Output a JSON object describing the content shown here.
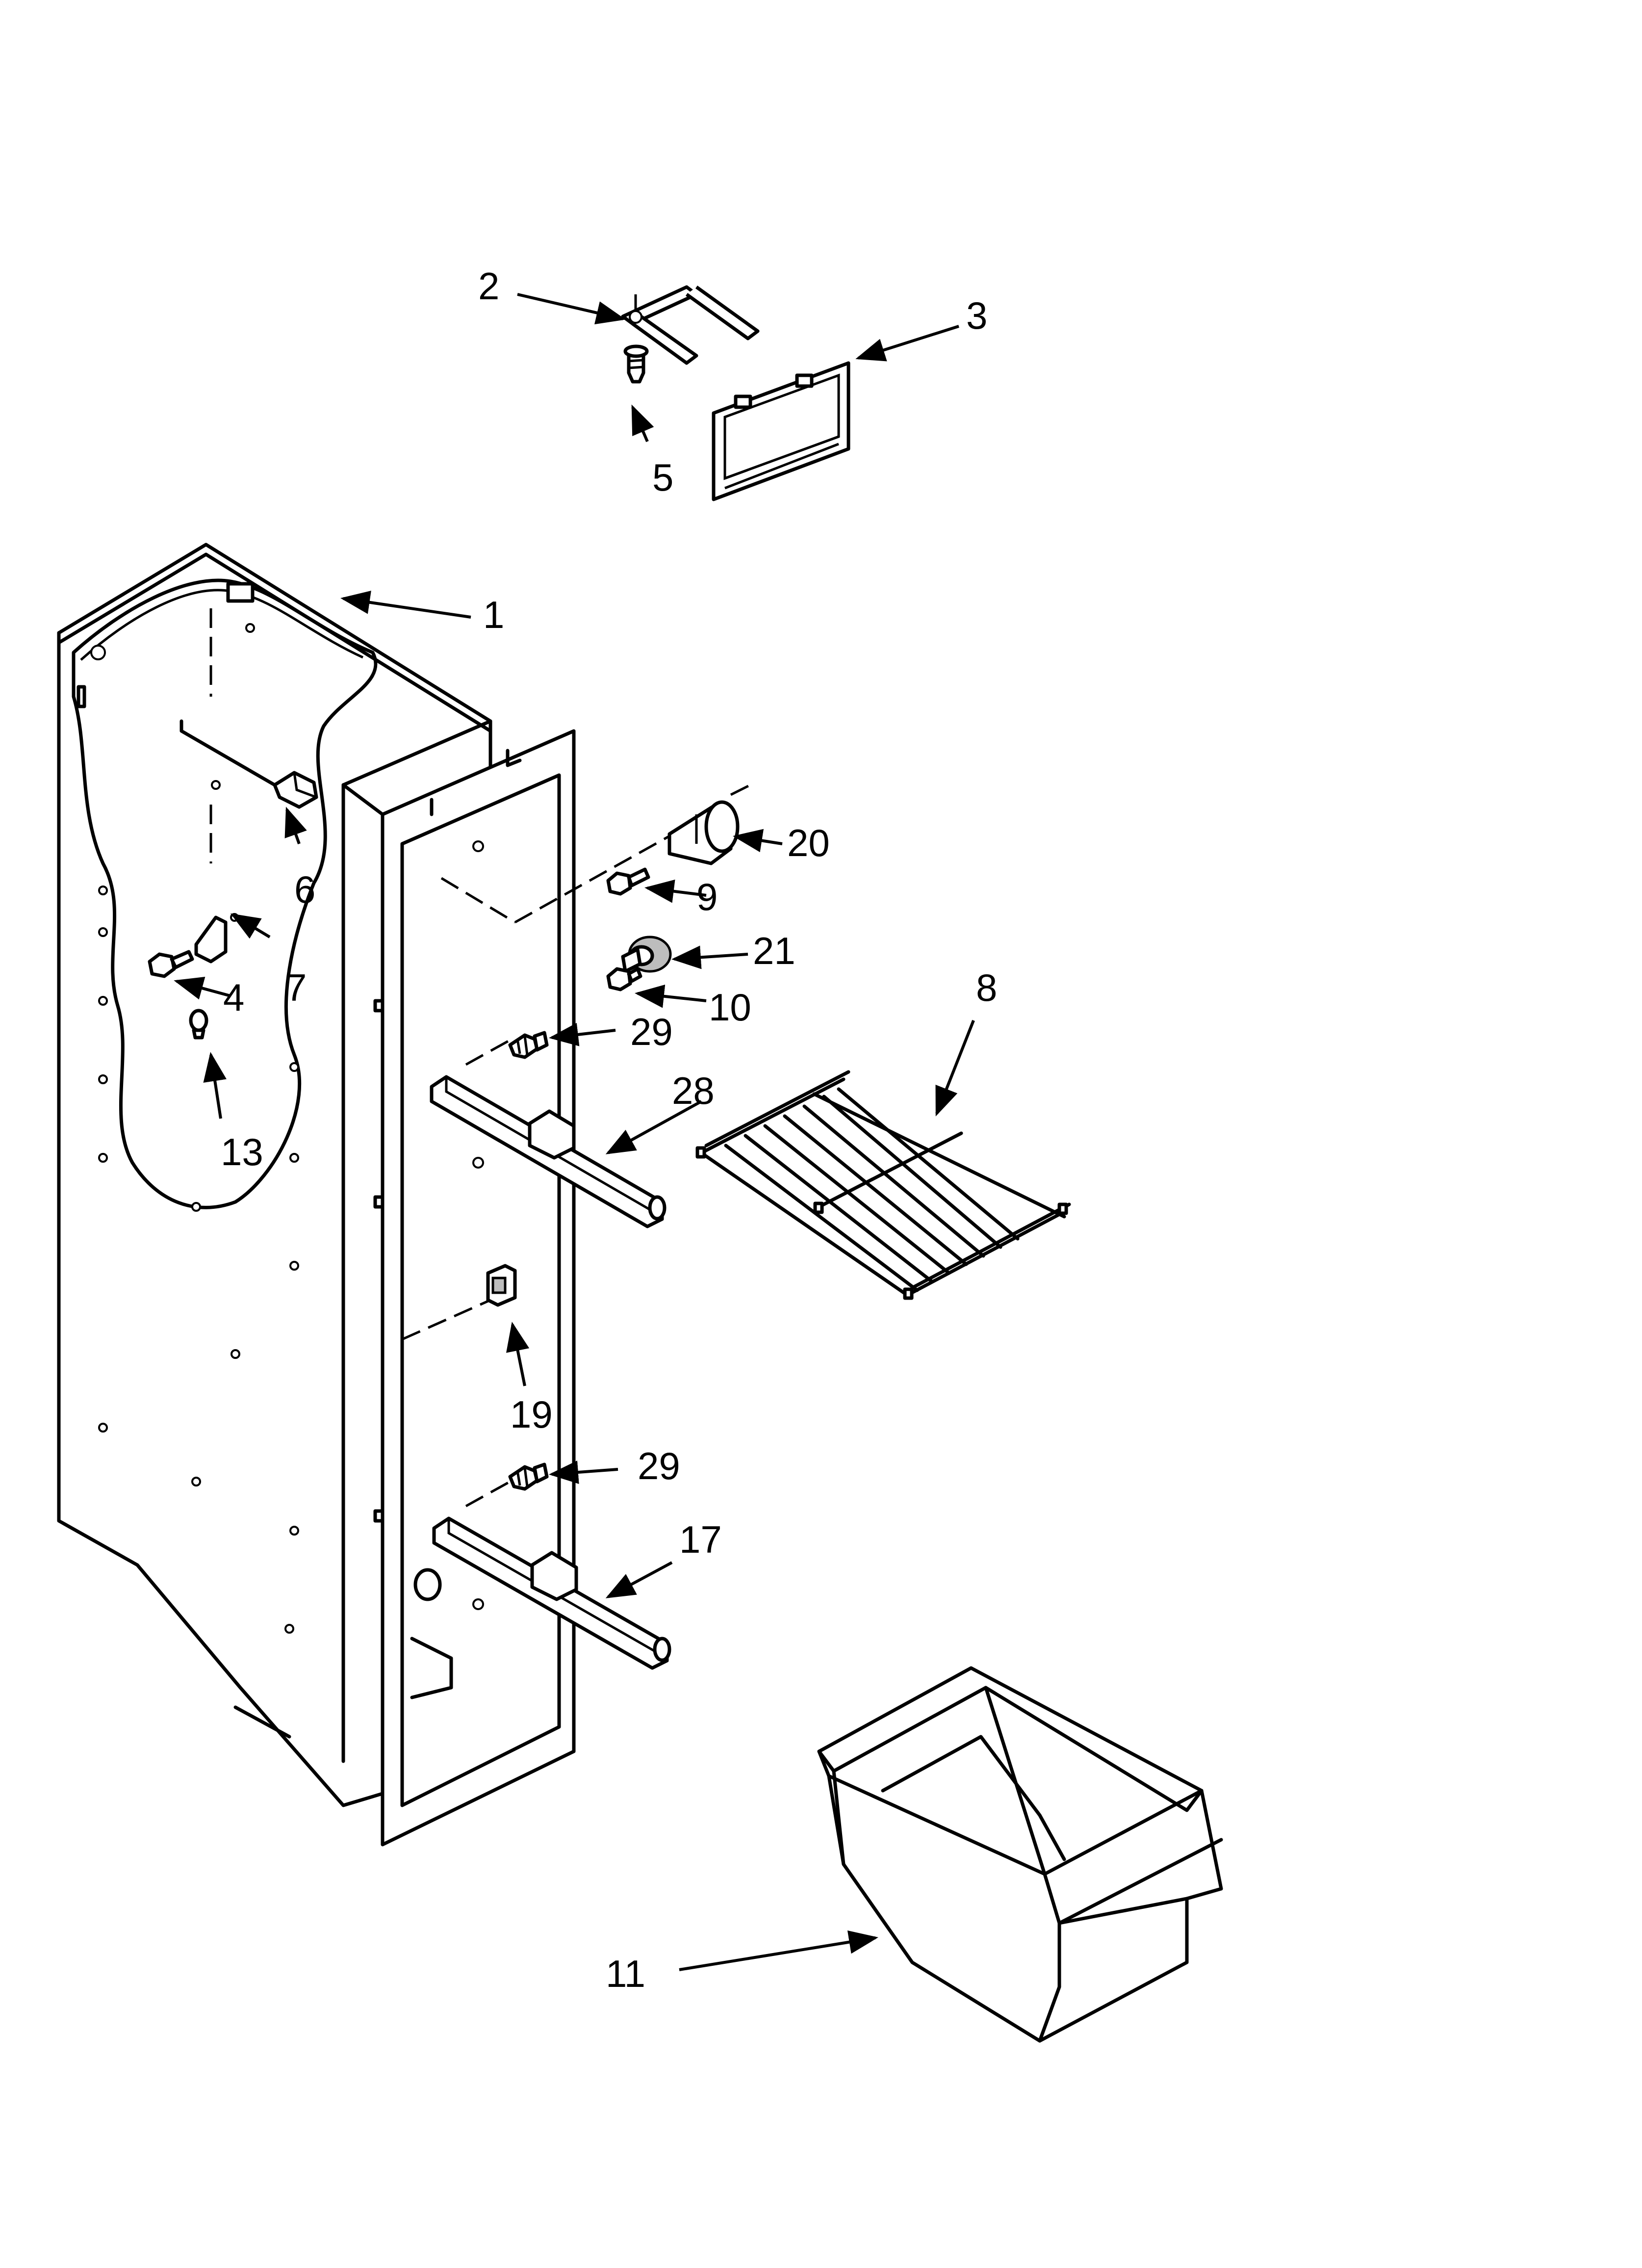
{
  "callouts": [
    {
      "id": "c2",
      "text": "2"
    },
    {
      "id": "c3",
      "text": "3"
    },
    {
      "id": "c5",
      "text": "5"
    },
    {
      "id": "c1",
      "text": "1"
    },
    {
      "id": "c20",
      "text": "20"
    },
    {
      "id": "c9",
      "text": "9"
    },
    {
      "id": "c6",
      "text": "6"
    },
    {
      "id": "c21",
      "text": "21"
    },
    {
      "id": "c7",
      "text": "7"
    },
    {
      "id": "c4",
      "text": "4"
    },
    {
      "id": "c10",
      "text": "10"
    },
    {
      "id": "c8",
      "text": "8"
    },
    {
      "id": "c29a",
      "text": "29"
    },
    {
      "id": "c28",
      "text": "28"
    },
    {
      "id": "c13",
      "text": "13"
    },
    {
      "id": "c19",
      "text": "19"
    },
    {
      "id": "c29b",
      "text": "29"
    },
    {
      "id": "c17",
      "text": "17"
    },
    {
      "id": "c11",
      "text": "11"
    }
  ]
}
